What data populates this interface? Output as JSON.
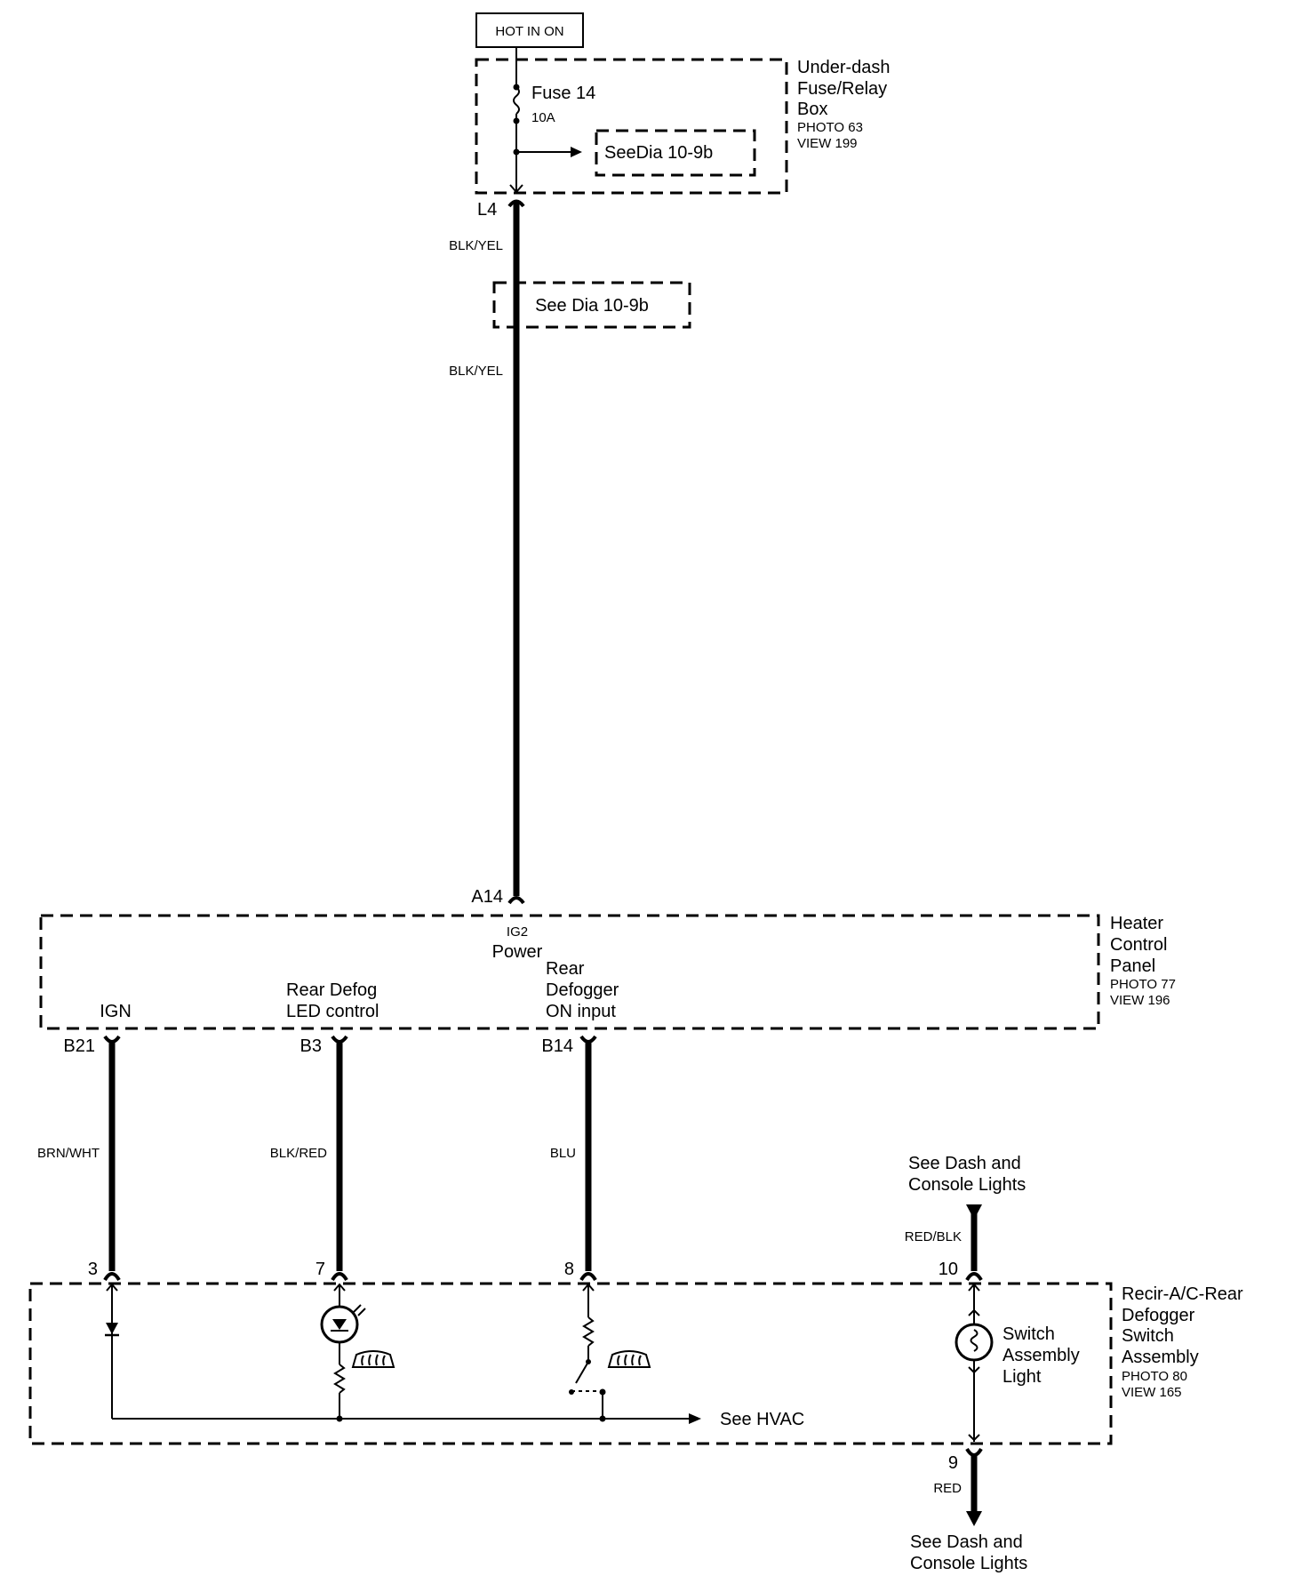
{
  "source": "HOT IN ON",
  "fuse_box": {
    "name_lines": [
      "Under-dash",
      "Fuse/Relay",
      "Box"
    ],
    "photo": "PHOTO 63",
    "view": "VIEW 199",
    "fuse_label": "Fuse 14",
    "fuse_rating": "10A",
    "ref_label": "SeeDia 10-9b",
    "connector": "L4"
  },
  "wire_colors": {
    "power_upper": "BLK/YEL",
    "power_lower": "BLK/YEL",
    "ign": "BRN/WHT",
    "led": "BLK/RED",
    "defog_on": "BLU",
    "lights_in": "RED/BLK",
    "lights_out": "RED"
  },
  "mid_ref": "See Dia 10-9b",
  "heater_panel": {
    "name_lines": [
      "Heater",
      "Control",
      "Panel"
    ],
    "photo": "PHOTO 77",
    "view": "VIEW 196",
    "power_pin": "A14",
    "power_sub": "IG2",
    "power_label": "Power",
    "ign_label": "IGN",
    "led_label_lines": [
      "Rear Defog",
      "LED control"
    ],
    "defog_label_lines": [
      "Rear",
      "Defogger",
      "ON input"
    ],
    "pins": [
      "B21",
      "B3",
      "B14"
    ]
  },
  "dash_lights_top_lines": [
    "See Dash and",
    "Console Lights"
  ],
  "dash_lights_bottom_lines": [
    "See Dash and",
    "Console Lights"
  ],
  "switch_assembly": {
    "name_lines": [
      "Recir-A/C-Rear",
      "Defogger",
      "Switch",
      "Assembly"
    ],
    "photo": "PHOTO 80",
    "view": "VIEW 165",
    "pins": [
      "3",
      "7",
      "8",
      "10",
      "9"
    ],
    "light_label_lines": [
      "Switch",
      "Assembly",
      "Light"
    ],
    "see_hvac": "See HVAC"
  }
}
